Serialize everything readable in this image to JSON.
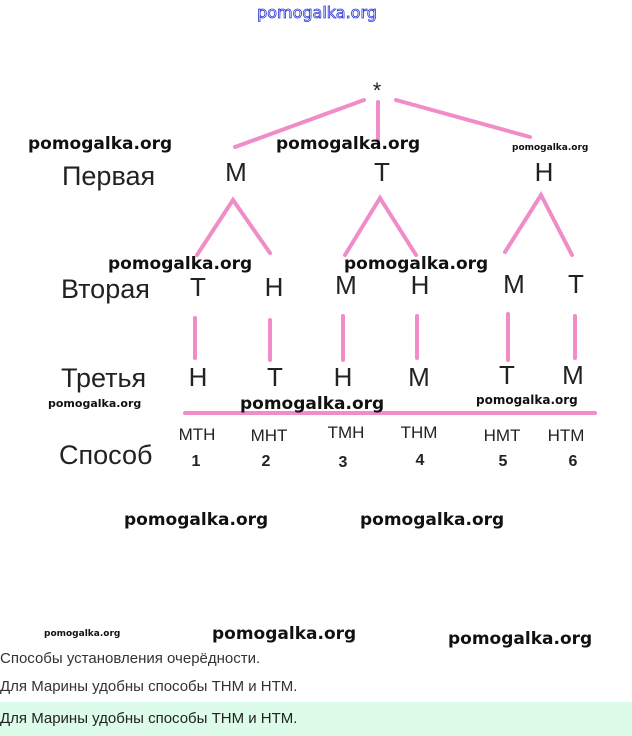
{
  "watermarks": {
    "top": "pomogalka.org",
    "mark": "pomogalka.org"
  },
  "tree": {
    "root": "*",
    "levels": [
      "Первая",
      "Вторая",
      "Третья",
      "Способ"
    ],
    "first": [
      "М",
      "Т",
      "Н"
    ],
    "second": [
      "Т",
      "Н",
      "М",
      "Н",
      "М",
      "Т"
    ],
    "third": [
      "Н",
      "Т",
      "Н",
      "М",
      "Т",
      "М"
    ],
    "combos": [
      "МТН",
      "МНТ",
      "ТМН",
      "ТНМ",
      "НМТ",
      "НТМ"
    ],
    "numbers": [
      "1",
      "2",
      "3",
      "4",
      "5",
      "6"
    ]
  },
  "captions": {
    "title": "Способы установления очерёдности.",
    "answer": "Для Марины удобны способы ТНМ и НТМ.",
    "highlighted": "Для Марины удобны способы ТНМ и НТМ."
  },
  "colors": {
    "edge": "#f08cc8",
    "highlight": "#dcfbe8"
  }
}
